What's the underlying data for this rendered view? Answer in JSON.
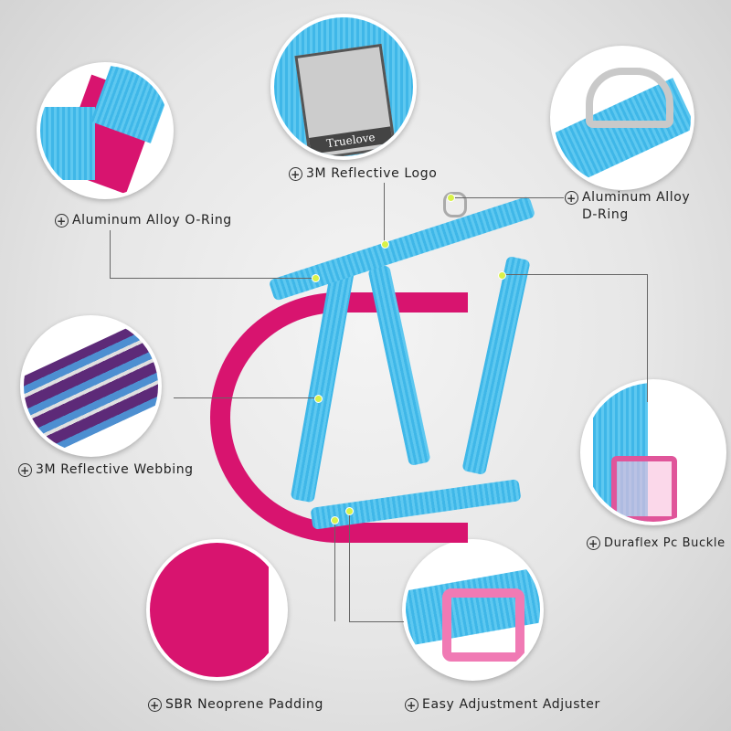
{
  "brand": {
    "tag_text": "Truelove"
  },
  "colors": {
    "webbing_blue": "#45BDEB",
    "padding_pink": "#D8146F",
    "dot": "#D9F24A",
    "background": "#E6E6E6"
  },
  "features": [
    {
      "id": "o-ring",
      "label": "Aluminum Alloy O-Ring",
      "icon": "plus-circle-icon"
    },
    {
      "id": "logo",
      "label": "3M Reflective Logo",
      "icon": "plus-circle-icon"
    },
    {
      "id": "d-ring",
      "label_line1": "Aluminum Alloy",
      "label_line2": "D-Ring",
      "icon": "plus-circle-icon"
    },
    {
      "id": "webbing",
      "label": "3M Reflective Webbing",
      "icon": "plus-circle-icon"
    },
    {
      "id": "buckle",
      "label": "Duraflex Pc Buckle",
      "icon": "plus-circle-icon"
    },
    {
      "id": "padding",
      "label": "SBR Neoprene Padding",
      "icon": "plus-circle-icon"
    },
    {
      "id": "adjuster",
      "label": "Easy Adjustment Adjuster",
      "icon": "plus-circle-icon"
    }
  ],
  "plus_glyph": "+"
}
